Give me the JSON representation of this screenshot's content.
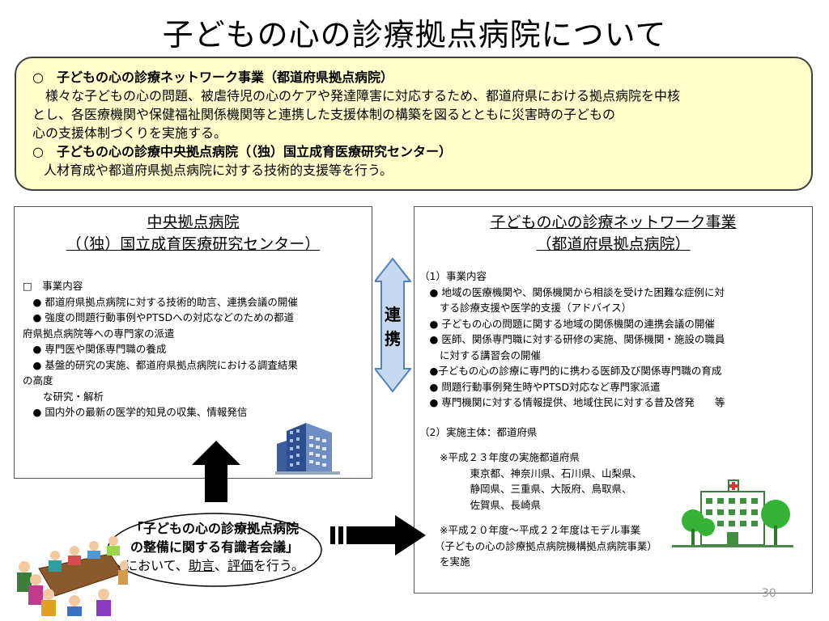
{
  "title": "子どもの心の診療拠点病院について",
  "summary": {
    "heading1": "○　子どもの心の診療ネットワーク事業（都道府県拠点病院）",
    "body1_line1": "　様々な子どもの心の問題、被虐待児の心のケアや発達障害に対応するため、都道府県における拠点病院を中核",
    "body1_line2": "とし、各医療機関や保健福祉関係機関等と連携した支援体制の構築を図るとともに災害時の子どもの",
    "body1_line3": "心の支援体制づくりを実施する。",
    "heading2": "○　子どもの心の診療中央拠点病院（（独）国立成育医療研究センター）",
    "body2": "人材育成や都道府県拠点病院に対する技術的支援等を行う。"
  },
  "left_box": {
    "title1": "中央拠点病院",
    "title2": "（（独）国立成育医療研究センター）",
    "lines": [
      "□　事業内容",
      "　●  都道府県拠点病院に対する技術的助言、連携会議の開催",
      "　●  強度の問題行動事例やPTSDへの対応などのための都道",
      "府県拠点病院等への専門家の派遣",
      "　●  専門医や関係専門職の養成",
      "　●  基盤的研究の実施、都道府県拠点病院における調査結果",
      "の高度",
      "　　な研究・解析",
      "　●  国内外の最新の医学的知見の収集、情報発信"
    ]
  },
  "link_label_1": "連",
  "link_label_2": "携",
  "right_box": {
    "title1": "子どもの心の診療ネットワーク事業",
    "title2": "（都道府県拠点病院）",
    "section1": "（1）事業内容",
    "lines": [
      "　●  地域の医療機関や、関係機関から相談を受けた困難な症例に対",
      "　　する診療支援や医学的支援（アドバイス）",
      "　●  子どもの心の問題に関する地域の関係機関の連携会議の開催",
      "　●  医師、関係専門職に対する研修の実施、関係機関・施設の職員",
      "　　に対する講習会の開催",
      "　●子どもの心の診療に専門的に携わる医師及び関係専門職の育成",
      "　●  問題行動事例発生時やPTSD対応など専門家派遣",
      "　●  専門機関に対する情報提供、地域住民に対する普及啓発　　等"
    ],
    "section2": "（2）実施主体：都道府県",
    "note1_lines": [
      "　　※平成２３年度の実施都道府県",
      "　　　　　東京都、神奈川県、石川県、山梨県、",
      "　　　　　静岡県、三重県、大阪府、鳥取県、",
      "　　　　　佐賀県、長崎県"
    ],
    "note2_lines": [
      "　　※平成２０年度～平成２２年度はモデル事業",
      "　　（子どもの心の診療拠点病院機構拠点病院事業）",
      "　　を実施"
    ]
  },
  "meeting": {
    "line1": "「子どもの心の診療拠点病院",
    "line2": "の整備に関する有識者会議」",
    "line3_pre": "において、",
    "line3_u1": "助言",
    "line3_sep": "、",
    "line3_u2": "評価",
    "line3_post": "を行う。"
  },
  "page_number": "30",
  "colors": {
    "summary_bg": "#ffffcc",
    "link_arrow_fill": "#c6d9f1",
    "link_arrow_stroke": "#4f81bd",
    "arrow_black": "#000000"
  }
}
